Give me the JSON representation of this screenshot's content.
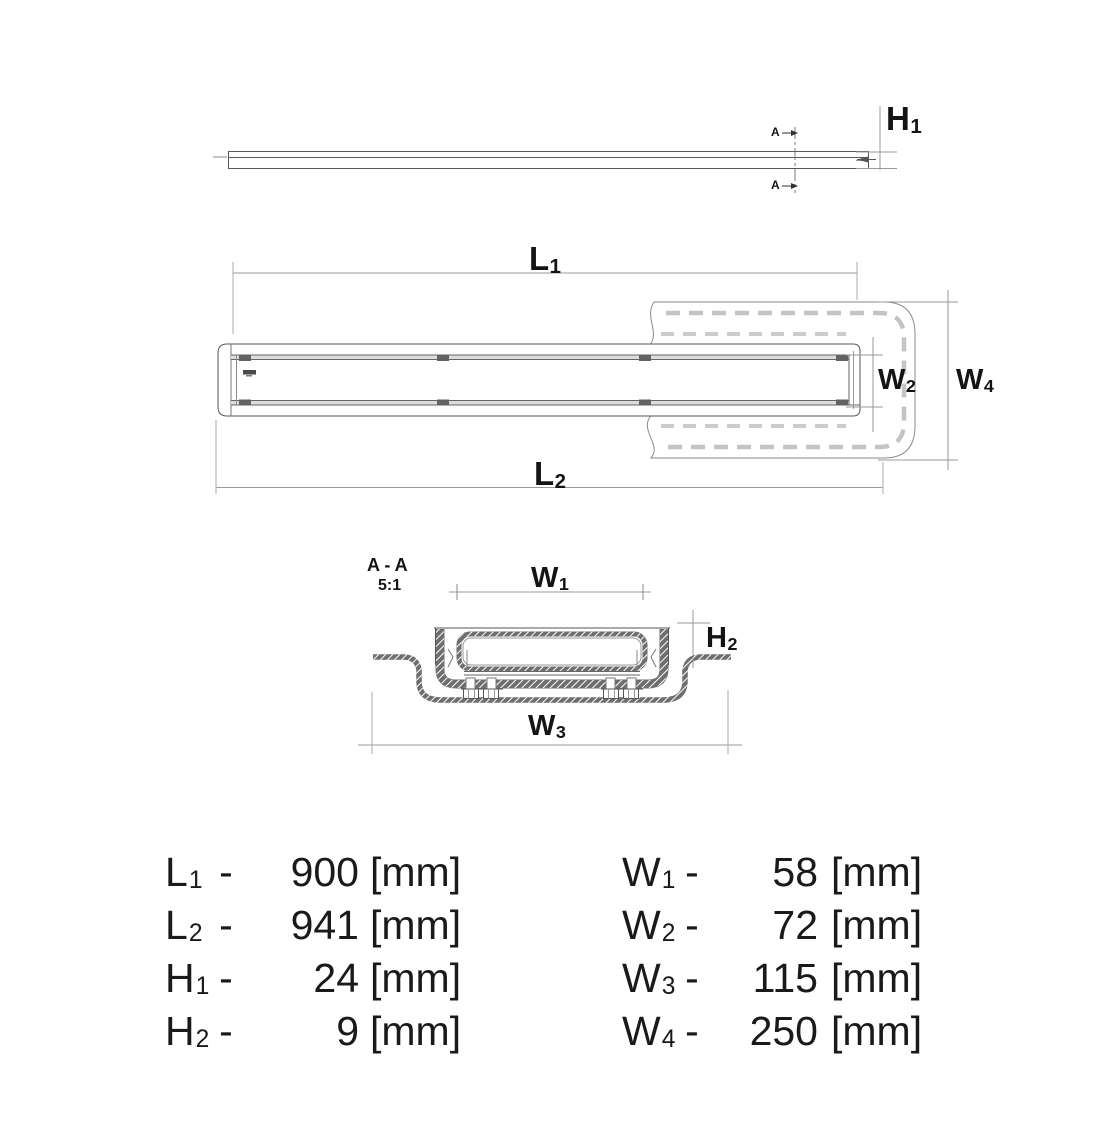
{
  "drawing": {
    "labels": {
      "h1": {
        "base": "H",
        "sub": "1"
      },
      "l1": {
        "base": "L",
        "sub": "1"
      },
      "l2": {
        "base": "L",
        "sub": "2"
      },
      "w1": {
        "base": "W",
        "sub": "1"
      },
      "w2": {
        "base": "W",
        "sub": "2"
      },
      "w3": {
        "base": "W",
        "sub": "3"
      },
      "w4": {
        "base": "W",
        "sub": "4"
      },
      "h2": {
        "base": "H",
        "sub": "2"
      },
      "section_marker": "A",
      "section_title": "A - A",
      "section_scale": "5:1"
    },
    "colors": {
      "line": "#555555",
      "dim": "#999999",
      "text": "#141414",
      "membrane_dash": "#c4c4c4"
    }
  },
  "table": {
    "left": [
      {
        "base": "L",
        "sub": "1",
        "dash": "-",
        "value": "900",
        "unit": "[mm]"
      },
      {
        "base": "L",
        "sub": "2",
        "dash": "-",
        "value": "941",
        "unit": "[mm]"
      },
      {
        "base": "H",
        "sub": "1",
        "dash": "-",
        "value": "24",
        "unit": "[mm]"
      },
      {
        "base": "H",
        "sub": "2",
        "dash": "-",
        "value": "9",
        "unit": "[mm]"
      }
    ],
    "right": [
      {
        "base": "W",
        "sub": "1",
        "dash": "-",
        "value": "58",
        "unit": "[mm]"
      },
      {
        "base": "W",
        "sub": "2",
        "dash": "-",
        "value": "72",
        "unit": "[mm]"
      },
      {
        "base": "W",
        "sub": "3",
        "dash": "-",
        "value": "115",
        "unit": "[mm]"
      },
      {
        "base": "W",
        "sub": "4",
        "dash": "-",
        "value": "250",
        "unit": "[mm]"
      }
    ]
  }
}
